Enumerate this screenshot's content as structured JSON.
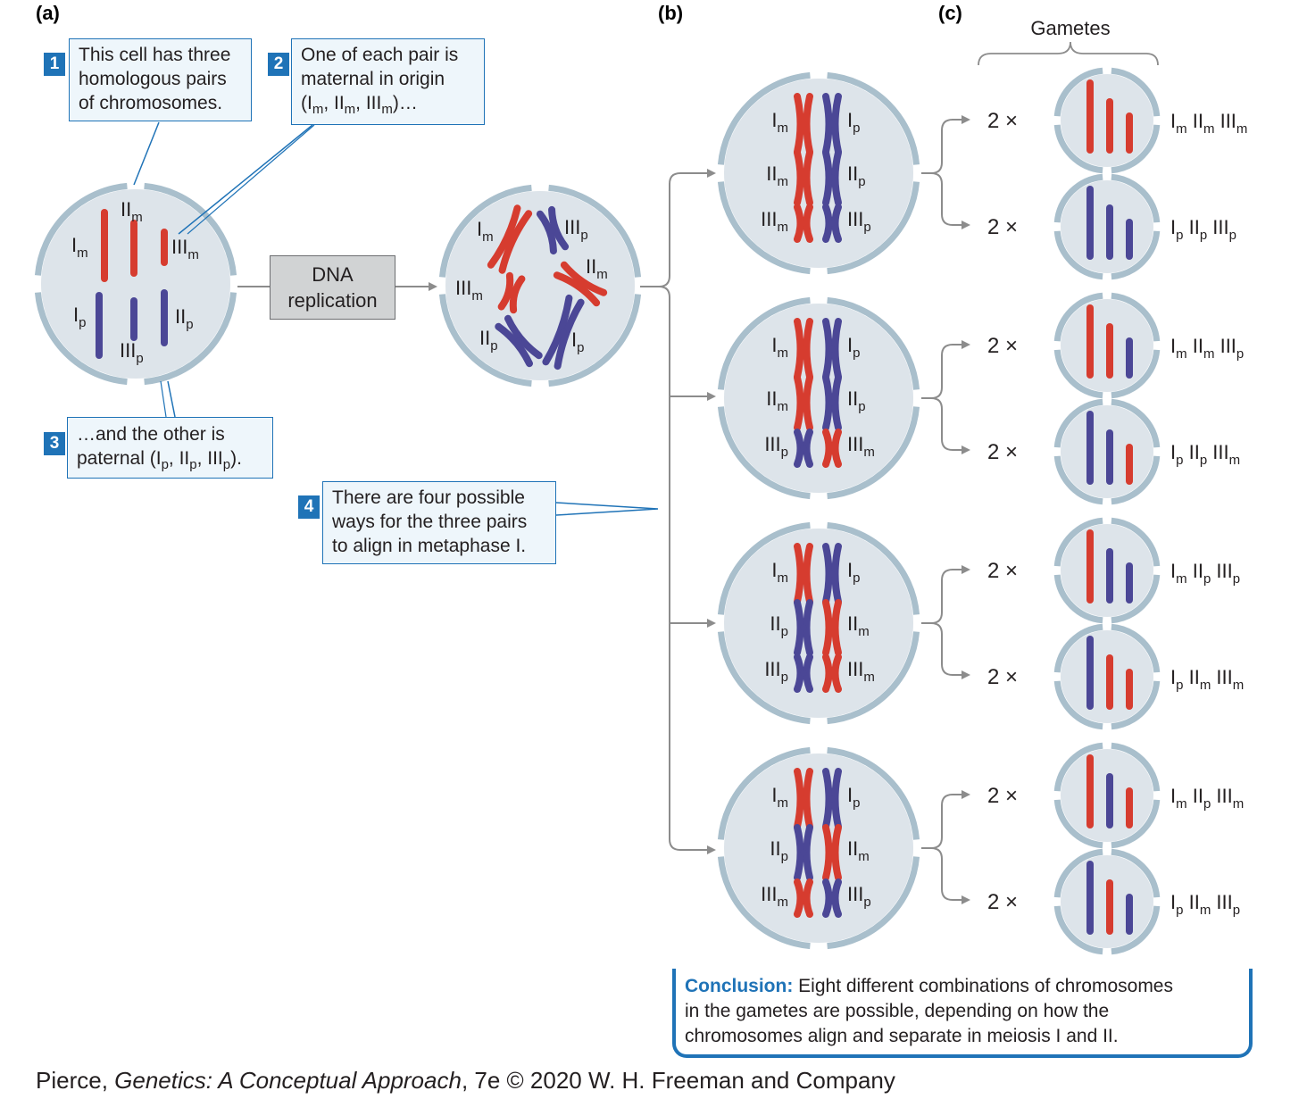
{
  "panels": {
    "a": "(a)",
    "b": "(b)",
    "c": "(c)"
  },
  "gametes_header": "Gametes",
  "callouts": [
    {
      "num": "1",
      "lines": [
        "This cell has three",
        "homologous pairs",
        "of chromosomes."
      ]
    },
    {
      "num": "2",
      "lines": [
        "One of each pair is",
        "maternal in origin"
      ],
      "formula": [
        "(I",
        "m",
        ", II",
        "m",
        ", III",
        "m",
        ")…"
      ]
    },
    {
      "num": "3",
      "lines": [
        "…and the other is"
      ],
      "formula": [
        "paternal (I",
        "p",
        ", II",
        "p",
        ", III",
        "p",
        ")."
      ]
    },
    {
      "num": "4",
      "lines": [
        "There are four possible",
        "ways for the three pairs",
        "to align in metaphase I."
      ]
    }
  ],
  "dna_box": [
    "DNA",
    "replication"
  ],
  "multiplier": "2 ×",
  "chrom_names": {
    "I": "I",
    "II": "II",
    "III": "III",
    "m": "m",
    "p": "p"
  },
  "alignments": [
    {
      "rows": [
        [
          "m",
          "p"
        ],
        [
          "m",
          "p"
        ],
        [
          "m",
          "p"
        ]
      ],
      "gametes": [
        [
          "m",
          "m",
          "m"
        ],
        [
          "p",
          "p",
          "p"
        ]
      ]
    },
    {
      "rows": [
        [
          "m",
          "p"
        ],
        [
          "m",
          "p"
        ],
        [
          "p",
          "m"
        ]
      ],
      "gametes": [
        [
          "m",
          "m",
          "p"
        ],
        [
          "p",
          "p",
          "m"
        ]
      ]
    },
    {
      "rows": [
        [
          "m",
          "p"
        ],
        [
          "p",
          "m"
        ],
        [
          "p",
          "m"
        ]
      ],
      "gametes": [
        [
          "m",
          "p",
          "p"
        ],
        [
          "p",
          "m",
          "m"
        ]
      ]
    },
    {
      "rows": [
        [
          "m",
          "p"
        ],
        [
          "p",
          "m"
        ],
        [
          "m",
          "p"
        ]
      ],
      "gametes": [
        [
          "m",
          "p",
          "m"
        ],
        [
          "p",
          "m",
          "p"
        ]
      ]
    }
  ],
  "conclusion": {
    "label": "Conclusion:",
    "text1": " Eight different combinations of chromosomes",
    "text2": "in the gametes are possible, depending on how the",
    "text3": "chromosomes align and separate in meiosis I and II."
  },
  "credit": {
    "pre": "Pierce, ",
    "title": "Genetics: A Conceptual Approach",
    "post": ", 7e © 2020 W. H. Freeman and Company"
  },
  "colors": {
    "maternal": "#d63c2f",
    "paternal": "#4b4796",
    "cell": "#dde4ea",
    "membrane": "#a9bfcc",
    "arrow": "#8c8c8c",
    "accent": "#1f73b7"
  }
}
